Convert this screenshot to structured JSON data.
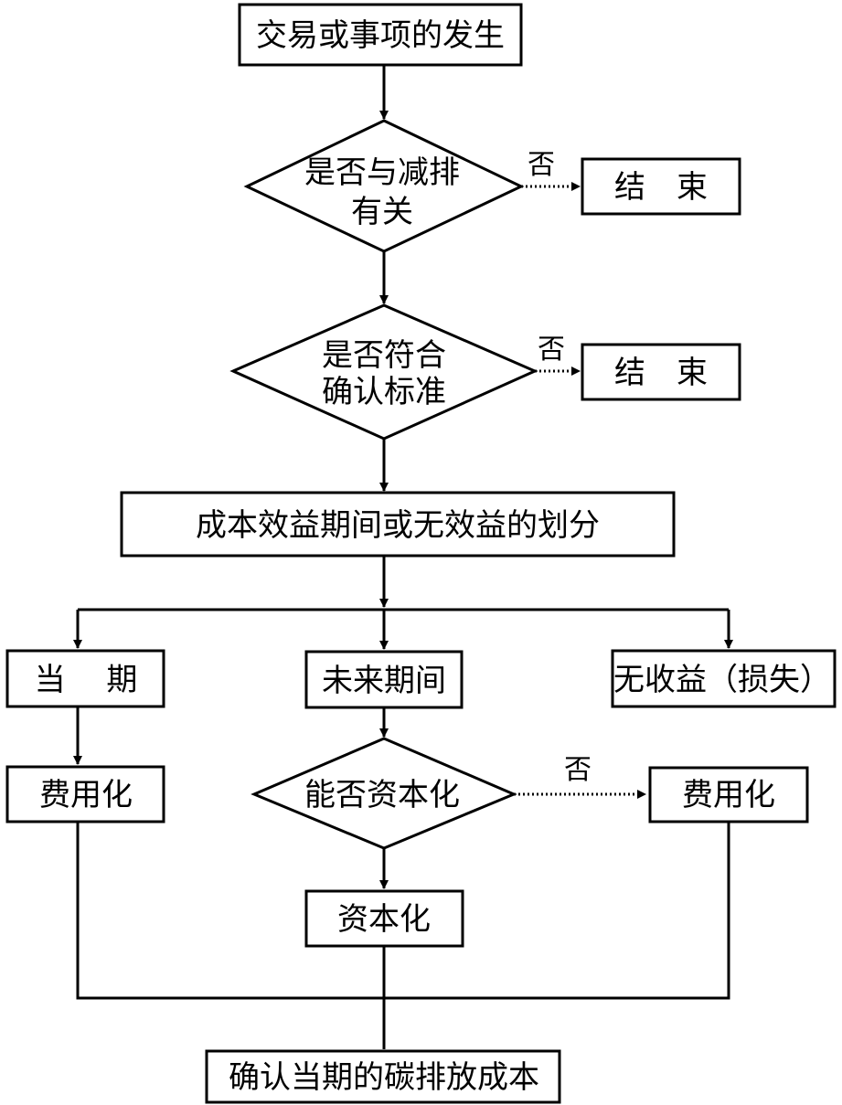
{
  "nodes": {
    "start": "交易或事项的发生",
    "decision_related": {
      "line1": "是否与减排",
      "line2": "有关"
    },
    "end_1": "结　束",
    "decision_criteria": {
      "line1": "是否符合",
      "line2": "确认标准"
    },
    "end_2": "结　束",
    "classify": "成本效益期间或无效益的划分",
    "current_period": "当　 期",
    "future_period": "未来期间",
    "no_benefit": "无收益（损失）",
    "expense_left": "费用化",
    "decision_capitalize": "能否资本化",
    "expense_right": "费用化",
    "capitalize": "资本化",
    "final": "确认当期的碳排放成本"
  },
  "edge_labels": {
    "no_1": "否",
    "no_2": "否",
    "no_3": "否"
  }
}
